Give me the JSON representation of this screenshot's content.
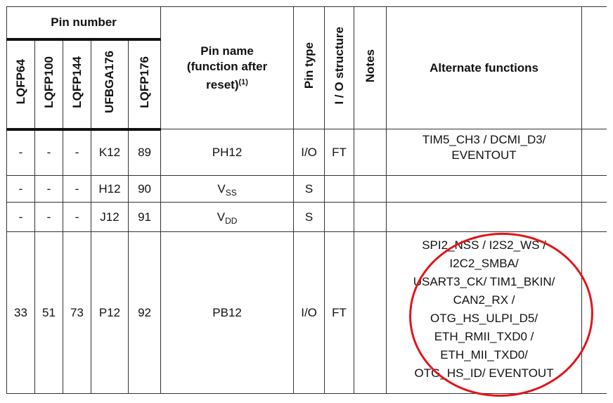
{
  "header": {
    "pin_number": "Pin number",
    "packages": [
      "LQFP64",
      "LQFP100",
      "LQFP144",
      "UFBGA176",
      "LQFP176"
    ],
    "pin_name_line1": "Pin name",
    "pin_name_line2": "(function after",
    "pin_name_line3": "reset)",
    "pin_name_note": "(1)",
    "pin_type": "Pin type",
    "io_structure": "I / O structure",
    "notes": "Notes",
    "alternate_functions": "Alternate functions"
  },
  "rows": [
    {
      "lqfp64": "-",
      "lqfp100": "-",
      "lqfp144": "-",
      "ufbga176": "K12",
      "lqfp176": "89",
      "pin_name": "PH12",
      "pin_name_sub": "",
      "pin_type": "I/O",
      "io_structure": "FT",
      "notes": "",
      "alt": [
        "TIM5_CH3 / DCMI_D3/",
        "EVENTOUT"
      ]
    },
    {
      "lqfp64": "-",
      "lqfp100": "-",
      "lqfp144": "-",
      "ufbga176": "H12",
      "lqfp176": "90",
      "pin_name": "V",
      "pin_name_sub": "SS",
      "pin_type": "S",
      "io_structure": "",
      "notes": "",
      "alt": []
    },
    {
      "lqfp64": "-",
      "lqfp100": "-",
      "lqfp144": "-",
      "ufbga176": "J12",
      "lqfp176": "91",
      "pin_name": "V",
      "pin_name_sub": "DD",
      "pin_type": "S",
      "io_structure": "",
      "notes": "",
      "alt": []
    },
    {
      "lqfp64": "33",
      "lqfp100": "51",
      "lqfp144": "73",
      "ufbga176": "P12",
      "lqfp176": "92",
      "pin_name": "PB12",
      "pin_name_sub": "",
      "pin_type": "I/O",
      "io_structure": "FT",
      "notes": "",
      "alt": [
        "SPI2_NSS / I2S2_WS /",
        "I2C2_SMBA/",
        "USART3_CK/ TIM1_BKIN/",
        "CAN2_RX /",
        "OTG_HS_ULPI_D5/",
        "ETH_RMII_TXD0 /",
        "ETH_MII_TXD0/",
        "OTG_HS_ID/ EVENTOUT"
      ]
    }
  ],
  "annotation": {
    "color": "#e2151a",
    "shape": "hand-drawn-circle"
  }
}
